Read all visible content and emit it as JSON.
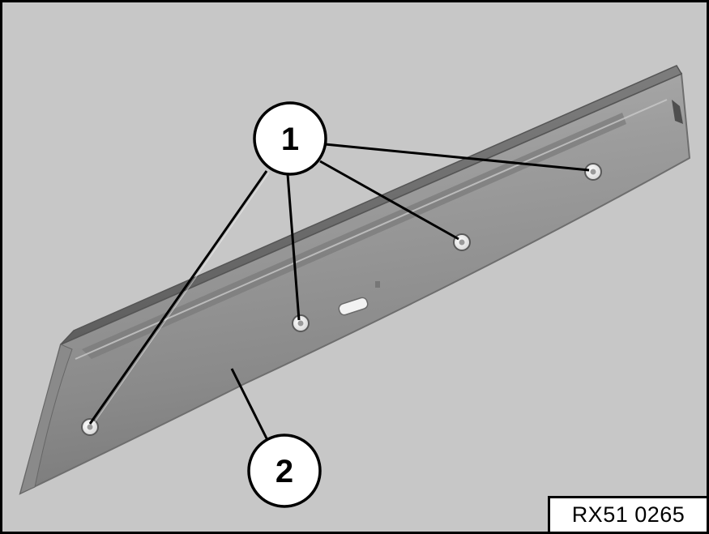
{
  "callouts": [
    {
      "id": "1",
      "label": "1"
    },
    {
      "id": "2",
      "label": "2"
    }
  ],
  "image_code": "RX51 0265",
  "colors": {
    "background": "#c7c7c7",
    "trim_light": "#a3a3a3",
    "trim_mid": "#8e8e8e",
    "trim_dark": "#6a6a6a",
    "lead_line": "#000000",
    "callout_fill": "#ffffff"
  }
}
